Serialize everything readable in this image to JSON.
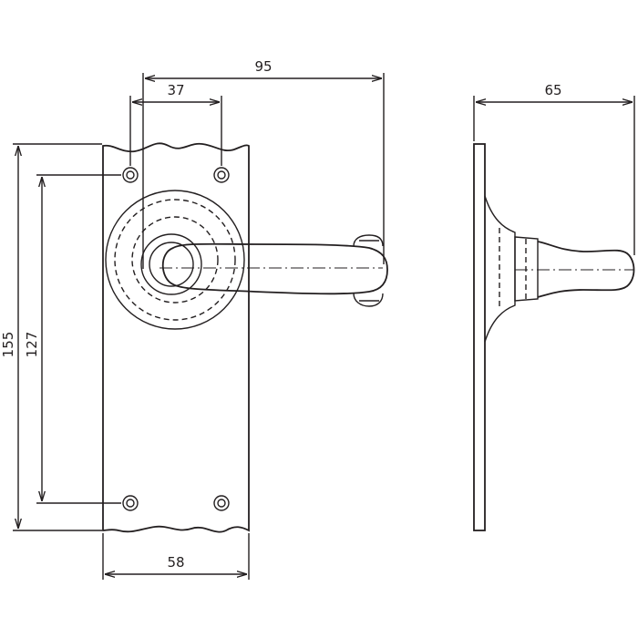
{
  "dimensions": {
    "overall_projection": "95",
    "hole_offset": "37",
    "side_projection": "65",
    "plate_height": "155",
    "hole_spacing": "127",
    "plate_width": "58"
  },
  "colors": {
    "line": "#231f20",
    "background": "#ffffff"
  }
}
